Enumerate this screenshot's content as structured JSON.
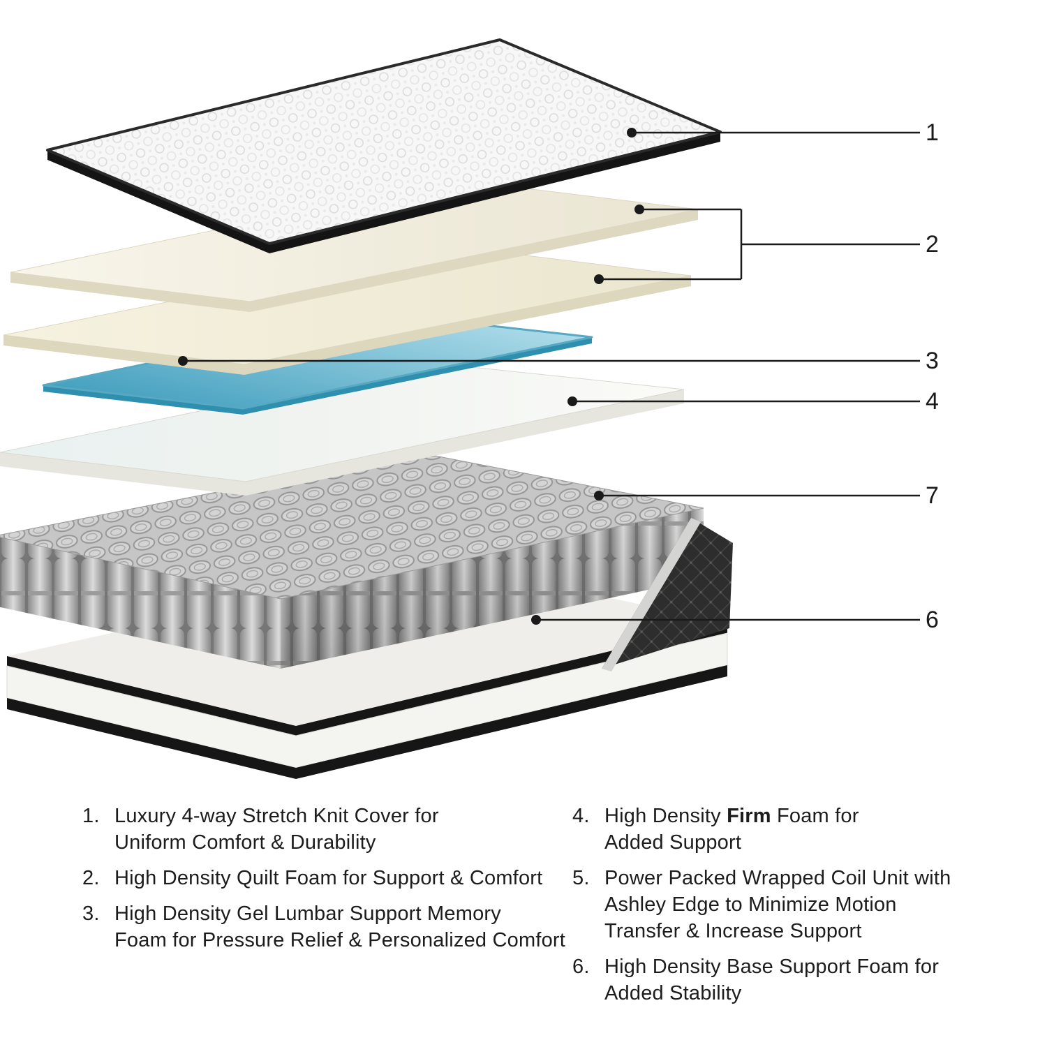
{
  "diagram": {
    "callouts": [
      {
        "id": "stretch-knit-cover",
        "label": "1"
      },
      {
        "id": "quilt-foam",
        "label": "2"
      },
      {
        "id": "gel-lumbar-foam",
        "label": "3"
      },
      {
        "id": "firm-foam",
        "label": "4"
      },
      {
        "id": "wrapped-coil-unit",
        "label": "7"
      },
      {
        "id": "base-support-foam",
        "label": "6"
      }
    ]
  },
  "legend": {
    "left": [
      {
        "num": "1.",
        "lines": [
          "Luxury 4-way Stretch Knit Cover for",
          "Uniform Comfort & Durability"
        ]
      },
      {
        "num": "2.",
        "lines": [
          "High Density Quilt Foam for Support & Comfort"
        ]
      },
      {
        "num": "3.",
        "lines": [
          "High Density Gel Lumbar Support Memory",
          "Foam for Pressure Relief & Personalized Comfort"
        ]
      }
    ],
    "right": [
      {
        "num": "4.",
        "line1": {
          "pre": "High Density ",
          "bold": "Firm",
          "post": " Foam for"
        },
        "lines": [
          "Added Support"
        ]
      },
      {
        "num": "5.",
        "lines": [
          "Power Packed Wrapped Coil Unit with",
          "Ashley Edge to Minimize Motion",
          "Transfer & Increase Support"
        ]
      },
      {
        "num": "6.",
        "lines": [
          "High Density Base Support Foam for",
          "Added Stability"
        ]
      }
    ]
  },
  "colors": {
    "gel_dark": "#3f9dbd",
    "gel_light": "#b6e0ec",
    "foam_cream": "#f4efdc",
    "coil_gray": "#c6c6c6",
    "cover_edge": "#141414",
    "base_black": "#161616",
    "callout_line": "#1a1a1a"
  }
}
